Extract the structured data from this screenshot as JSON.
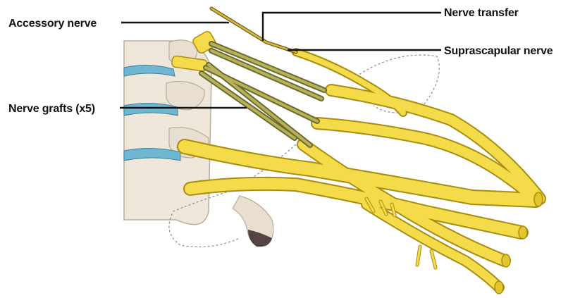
{
  "labels": {
    "accessory_nerve": "Accessory nerve",
    "nerve_transfer": "Nerve transfer",
    "suprascapular_nerve": "Suprascapular nerve",
    "nerve_grafts": "Nerve grafts (x5)"
  },
  "colors": {
    "nerve_fill": "#f4db4a",
    "nerve_outline": "#a88d10",
    "nerve_end": "#e2c52a",
    "graft": "#8c8a3e",
    "bone": "#efe7da",
    "bone_outline": "#b9ad9a",
    "disc": "#6fb6d2",
    "shadow": "#3a2a2a",
    "leader_line": "#111111"
  }
}
